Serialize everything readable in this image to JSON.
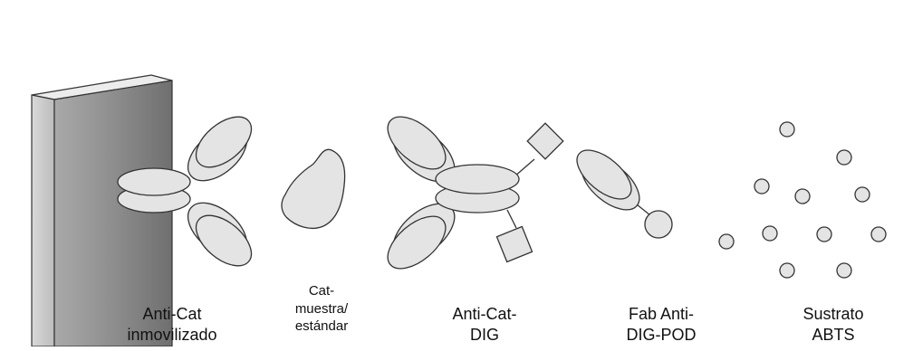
{
  "colors": {
    "shape_fill": "#e4e4e4",
    "stroke": "#333333",
    "text": "#111111"
  },
  "labels": {
    "anti_cat_immobilized": [
      "Anti-Cat",
      "inmovilizado"
    ],
    "cat_sample": [
      "Cat-",
      "muestra/",
      "estándar"
    ],
    "anti_cat_dig": [
      "Anti-Cat-",
      "DIG"
    ],
    "fab_anti_dig_pod": [
      "Fab Anti-",
      "DIG-POD"
    ],
    "substrate_abts": [
      "Sustrato",
      "ABTS"
    ]
  },
  "icons": [
    "solid-phase-plate",
    "capture-antibody",
    "antigen-blob",
    "dig-labeled-antibody",
    "dig-hapten-square",
    "fab-fragment",
    "pod-enzyme-circle",
    "substrate-molecule"
  ]
}
